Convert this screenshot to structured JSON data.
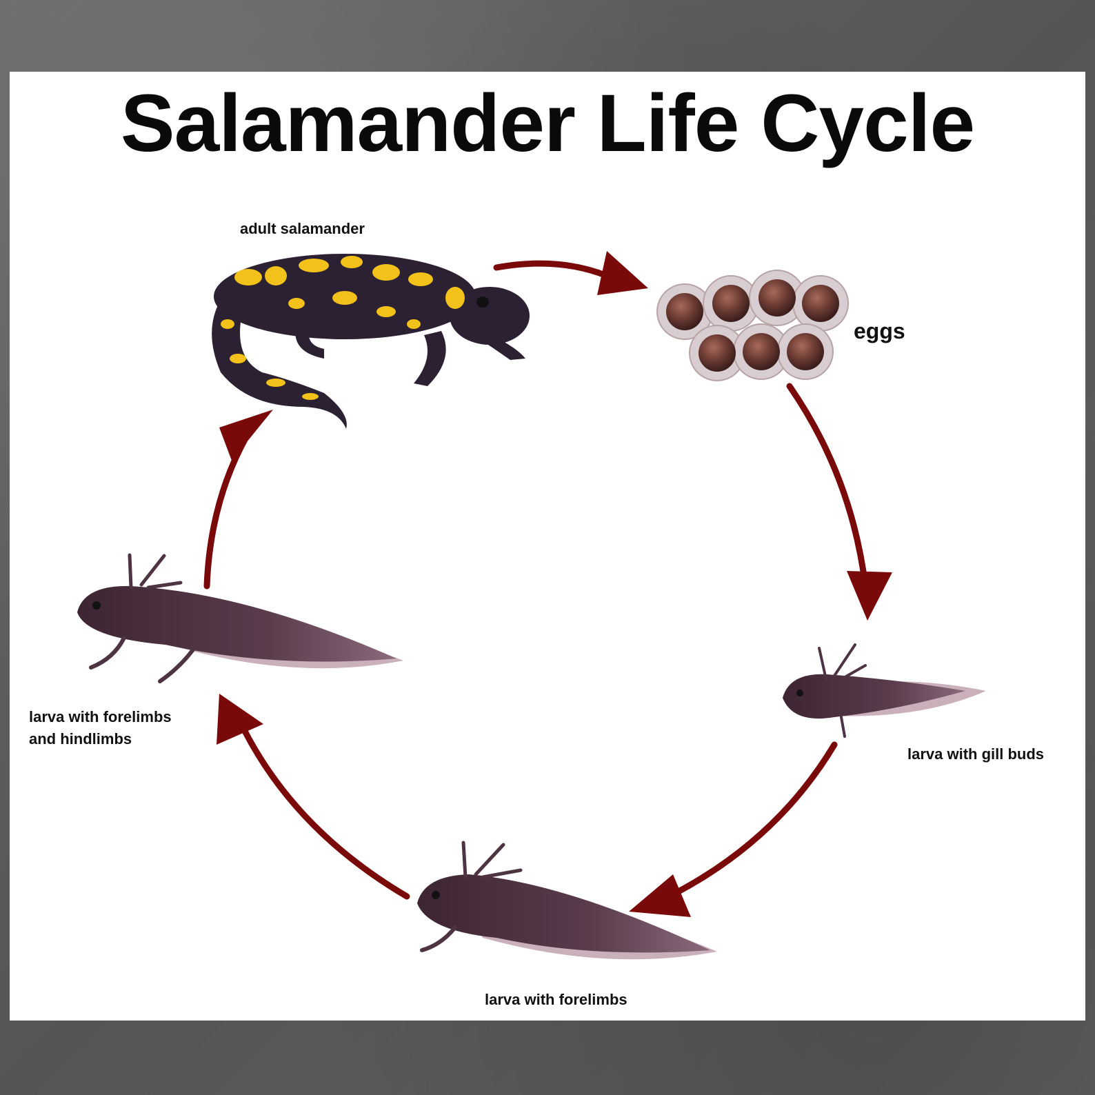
{
  "title": "Salamander Life Cycle",
  "colors": {
    "arrow": "#7a0a0a",
    "adult_body": "#2c2033",
    "adult_spots": "#f2c21a",
    "egg_inner": "#6b3b33",
    "egg_outer": "#b7a3a4",
    "larva_body": "#4e3342",
    "larva_fin": "#c9b0bb"
  },
  "stages": [
    {
      "id": "adult",
      "label": "adult salamander"
    },
    {
      "id": "eggs",
      "label": "eggs"
    },
    {
      "id": "gill",
      "label": "larva with gill buds"
    },
    {
      "id": "fore",
      "label": "larva with forelimbs"
    },
    {
      "id": "both",
      "label": "larva with forelimbs\nand hindlimbs"
    }
  ]
}
